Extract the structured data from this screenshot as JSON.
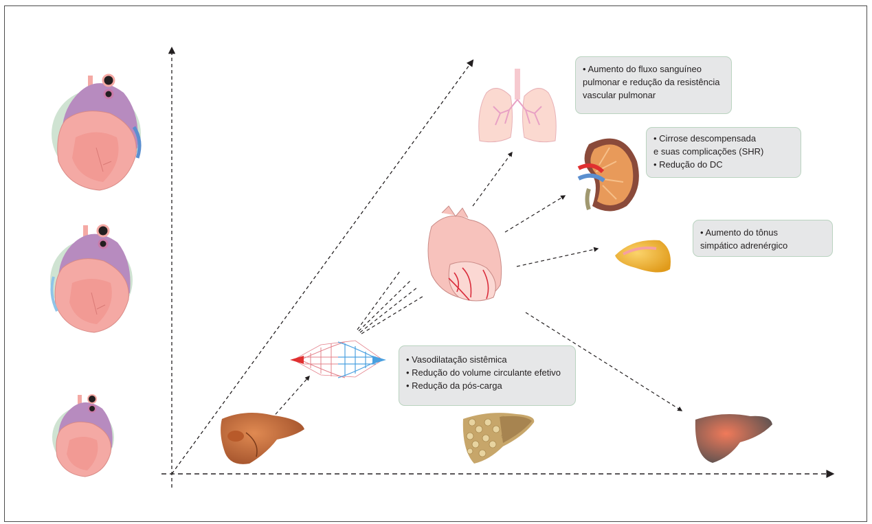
{
  "boxes": {
    "lung": {
      "lines": [
        "• Aumento do fluxo sanguíneo",
        "pulmonar e redução da resistência",
        "vascular pulmonar"
      ]
    },
    "kidney": {
      "lines": [
        "• Cirrose descompensada",
        "e suas complicações (SHR)",
        "• Redução do DC"
      ]
    },
    "adrenal": {
      "lines": [
        "• Aumento do tônus",
        "simpático adrenérgico"
      ]
    },
    "vessel": {
      "lines": [
        "• Vasodilatação sistêmica",
        "• Redução do volume circulante efetivo",
        "• Redução da pós-carga"
      ]
    }
  },
  "colors": {
    "arrow": "#231f20",
    "box_fill": "#e6e7e8",
    "box_border": "#b9d3bf",
    "heart_bg": "#cfe3d2",
    "heart_muscle": "#f4a9a4",
    "liver": "#c86a3a",
    "kidney": "#e89a5a",
    "lung": "#f6c9cf",
    "adrenal": "#f2b233"
  },
  "icons": [
    "heart-icon",
    "liver-icon",
    "vessel-network-icon",
    "lung-icon",
    "kidney-icon",
    "adrenal-gland-icon",
    "cirrhotic-liver-icon"
  ]
}
